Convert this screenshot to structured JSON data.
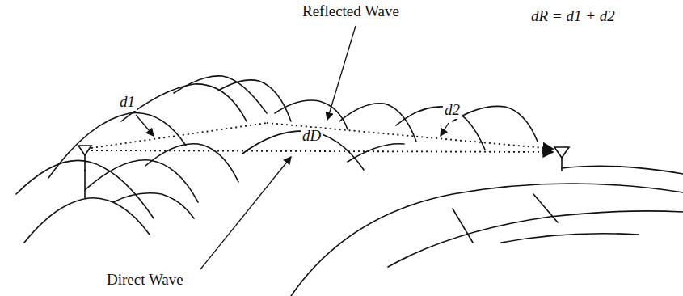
{
  "diagram": {
    "labels": [
      "Reflected Wave",
      "d1",
      "d2",
      "dR = d1 + d2",
      "dD",
      "Direct Wave"
    ]
  }
}
